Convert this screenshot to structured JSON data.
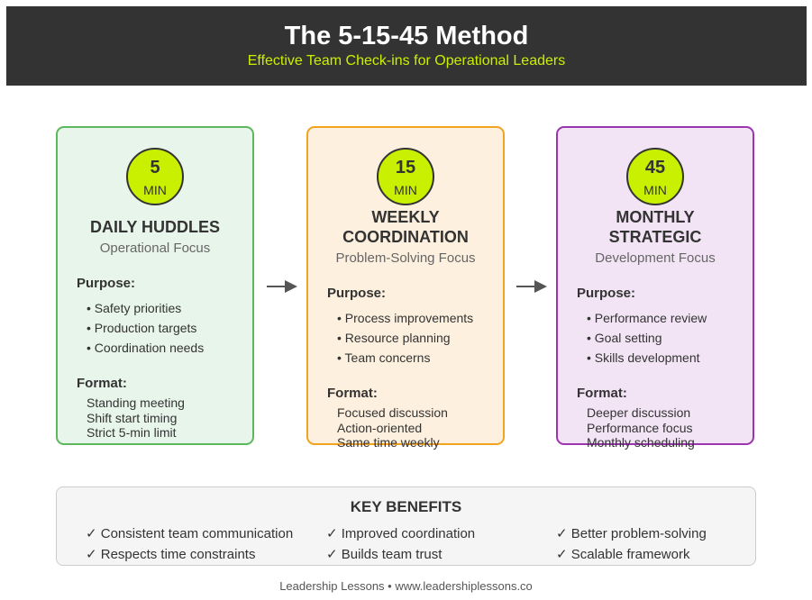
{
  "header": {
    "title": "The 5-15-45 Method",
    "subtitle": "Effective Team Check-ins for Operational Leaders"
  },
  "cards": [
    {
      "number": "5",
      "unit": "MIN",
      "title": "DAILY HUDDLES",
      "focus": "Operational Focus",
      "purpose_label": "Purpose:",
      "purpose": [
        "• Safety priorities",
        "• Production targets",
        "• Coordination needs"
      ],
      "format_label": "Format:",
      "format": [
        "Standing meeting",
        "Shift start timing",
        "Strict 5-min limit"
      ]
    },
    {
      "number": "15",
      "unit": "MIN",
      "title_lines": [
        "WEEKLY",
        "COORDINATION"
      ],
      "focus": "Problem-Solving Focus",
      "purpose_label": "Purpose:",
      "purpose": [
        "• Process improvements",
        "• Resource planning",
        "• Team concerns"
      ],
      "format_label": "Format:",
      "format": [
        "Focused discussion",
        "Action-oriented",
        "Same time weekly"
      ]
    },
    {
      "number": "45",
      "unit": "MIN",
      "title_lines": [
        "MONTHLY",
        "STRATEGIC"
      ],
      "focus": "Development Focus",
      "purpose_label": "Purpose:",
      "purpose": [
        "• Performance review",
        "• Goal setting",
        "• Skills development"
      ],
      "format_label": "Format:",
      "format": [
        "Deeper discussion",
        "Performance focus",
        "Monthly scheduling"
      ]
    }
  ],
  "benefits": {
    "title": "KEY BENEFITS",
    "items": [
      "✓ Consistent team communication",
      "✓ Improved coordination",
      "✓ Better problem-solving",
      "✓ Respects time constraints",
      "✓ Builds team trust",
      "✓ Scalable framework"
    ]
  },
  "footer": "Leadership Lessons • www.leadershiplessons.co",
  "colors": {
    "header_bg": "#333333",
    "subtitle": "#ccf000",
    "badge": "#c8f000",
    "card1_border": "#5cb85c",
    "card2_border": "#f2a31f",
    "card3_border": "#9c35b0"
  }
}
